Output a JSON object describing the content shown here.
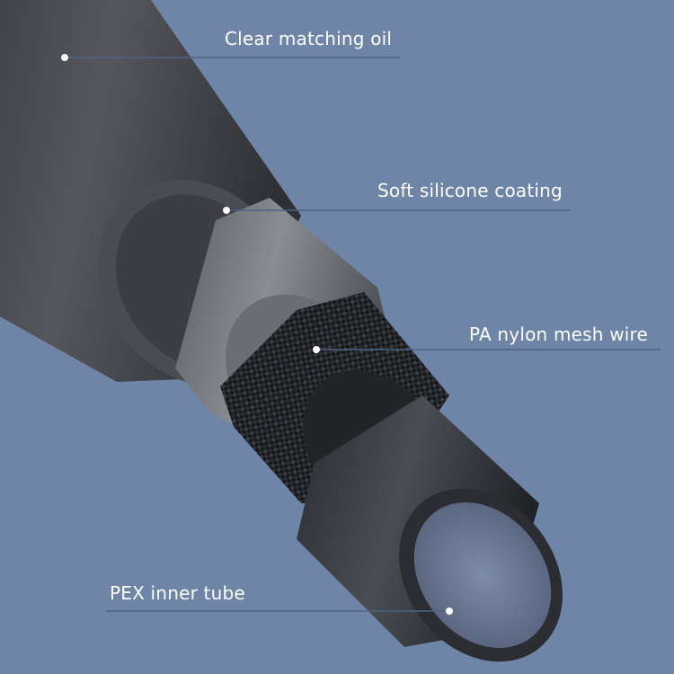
{
  "colors": {
    "background": "#6f85a8",
    "outer_layer": "#4a4c52",
    "silicone_layer": "#707379",
    "mesh_layer": "#1b1c20",
    "inner_tube": "#2e3036",
    "callout_line": "#4f6386",
    "callout_dot": "#ffffff",
    "label_text": "#ffffff"
  },
  "callouts": [
    {
      "id": "clear-matching-oil",
      "label": "Clear matching oil"
    },
    {
      "id": "soft-silicone-coating",
      "label": "Soft silicone coating"
    },
    {
      "id": "pa-nylon-mesh-wire",
      "label": "PA nylon mesh wire"
    },
    {
      "id": "pex-inner-tube",
      "label": "PEX inner tube"
    }
  ]
}
